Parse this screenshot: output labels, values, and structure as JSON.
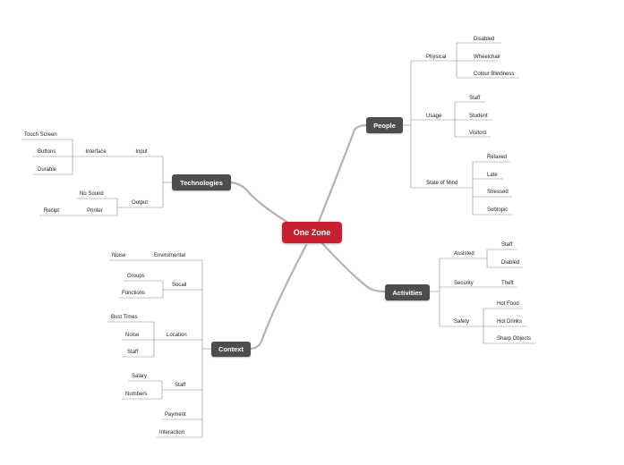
{
  "colors": {
    "root": "#c8202f",
    "branch": "#4d4d4d",
    "line": "#888888"
  },
  "central": "One Zone",
  "people": {
    "title": "People",
    "physical": {
      "label": "Physical",
      "items": [
        "Disabled",
        "Wheelchair",
        "Colour Blindness"
      ]
    },
    "usage": {
      "label": "Usage",
      "items": [
        "Staff",
        "Student",
        "Visitors"
      ]
    },
    "mind": {
      "label": "State of Mind",
      "items": [
        "Relaxed",
        "Late",
        "Stressed",
        "Subtopic"
      ]
    }
  },
  "activities": {
    "title": "Activities",
    "assisted": {
      "label": "Assisted",
      "items": [
        "Staff",
        "Diabled"
      ]
    },
    "security": {
      "label": "Security",
      "items": [
        "Theft"
      ]
    },
    "safety": {
      "label": "Safety",
      "items": [
        "Hot Food",
        "Hot Drinks",
        "Sharp Objects"
      ]
    }
  },
  "technologies": {
    "title": "Technologies",
    "input": {
      "label": "Input",
      "interface": {
        "label": "Interface",
        "items": [
          "Touch Screen",
          "Buttons",
          "Durable"
        ]
      }
    },
    "output": {
      "label": "Output",
      "items": [
        "No Sound"
      ],
      "printer": {
        "label": "Printer",
        "items": [
          "Recipt"
        ]
      }
    }
  },
  "context": {
    "title": "Context",
    "environmental": {
      "label": "Enviromental",
      "items": [
        "Noise"
      ]
    },
    "social": {
      "label": "Socail",
      "items": [
        "Groups",
        "Functions"
      ]
    },
    "location": {
      "label": "Location",
      "items": [
        "Bust Times",
        "Noise",
        "Staff"
      ]
    },
    "staff": {
      "label": "Staff",
      "items": [
        "Salary",
        "Numbers"
      ]
    },
    "payment": {
      "label": "Payment"
    },
    "interaction": {
      "label": "Interaction"
    }
  }
}
